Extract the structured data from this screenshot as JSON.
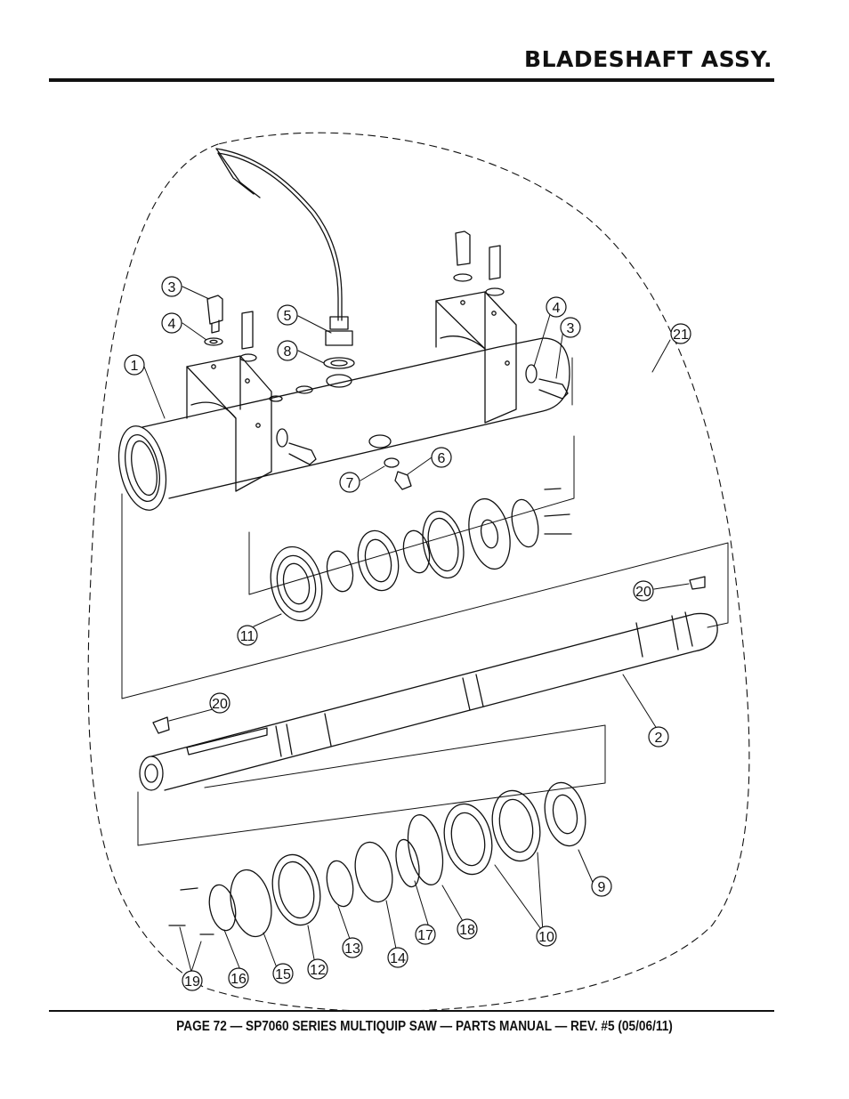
{
  "header": {
    "title": "BLADESHAFT ASSY."
  },
  "footer": {
    "text": "PAGE 72 — SP7060 SERIES MULTIQUIP SAW — PARTS MANUAL — REV. #5 (05/06/11)"
  },
  "callouts": [
    "1",
    "2",
    "3",
    "3",
    "4",
    "4",
    "5",
    "6",
    "7",
    "8",
    "9",
    "10",
    "11",
    "12",
    "13",
    "14",
    "15",
    "16",
    "17",
    "18",
    "19",
    "20",
    "20",
    "21"
  ]
}
